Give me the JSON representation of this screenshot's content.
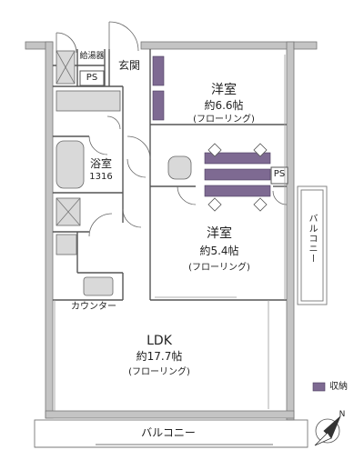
{
  "rooms": {
    "western1": {
      "name": "洋室",
      "size": "約6.6帖",
      "floor": "(フローリング)"
    },
    "western2": {
      "name": "洋室",
      "size": "約5.4帖",
      "floor": "(フローリング)"
    },
    "ldk": {
      "name": "LDK",
      "size": "約17.7帖",
      "floor": "(フローリング)"
    },
    "bath": {
      "name": "浴室",
      "size": "1316"
    },
    "entrance": "玄関",
    "water_heater": "給湯器",
    "ps_top": "PS",
    "ps_right": "PS",
    "counter": "カウンター",
    "balcony_bottom": "バルコニー",
    "balcony_right": "バルコニー"
  },
  "legend": {
    "label": "収納",
    "color": "#7e6a92"
  },
  "colors": {
    "storage": "#7e6a92",
    "wall": "#bdbdbd",
    "line": "#555555"
  },
  "compass": {
    "north_label": "N",
    "icon": "compass-icon"
  }
}
